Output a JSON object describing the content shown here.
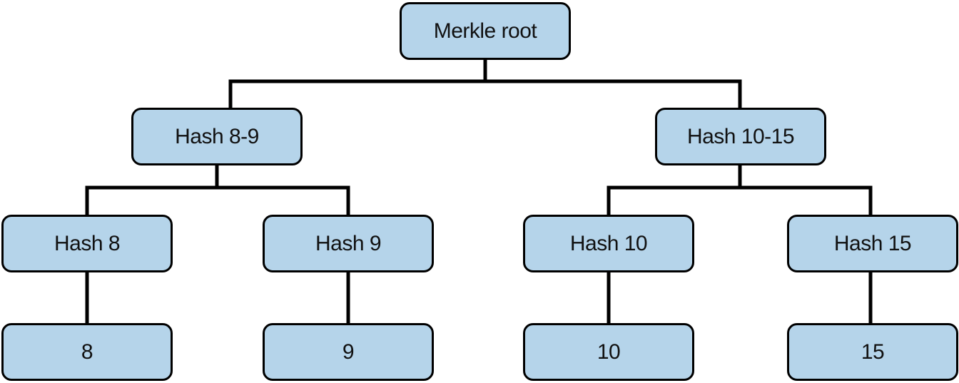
{
  "diagram": {
    "root": {
      "label": "Merkle root"
    },
    "level1": [
      {
        "label": "Hash 8-9"
      },
      {
        "label": "Hash 10-15"
      }
    ],
    "level2": [
      {
        "label": "Hash 8"
      },
      {
        "label": "Hash 9"
      },
      {
        "label": "Hash 10"
      },
      {
        "label": "Hash 15"
      }
    ],
    "leaves": [
      {
        "label": "8"
      },
      {
        "label": "9"
      },
      {
        "label": "10"
      },
      {
        "label": "15"
      }
    ],
    "colors": {
      "node_fill": "#b5d4ea",
      "stroke": "#000000"
    }
  }
}
